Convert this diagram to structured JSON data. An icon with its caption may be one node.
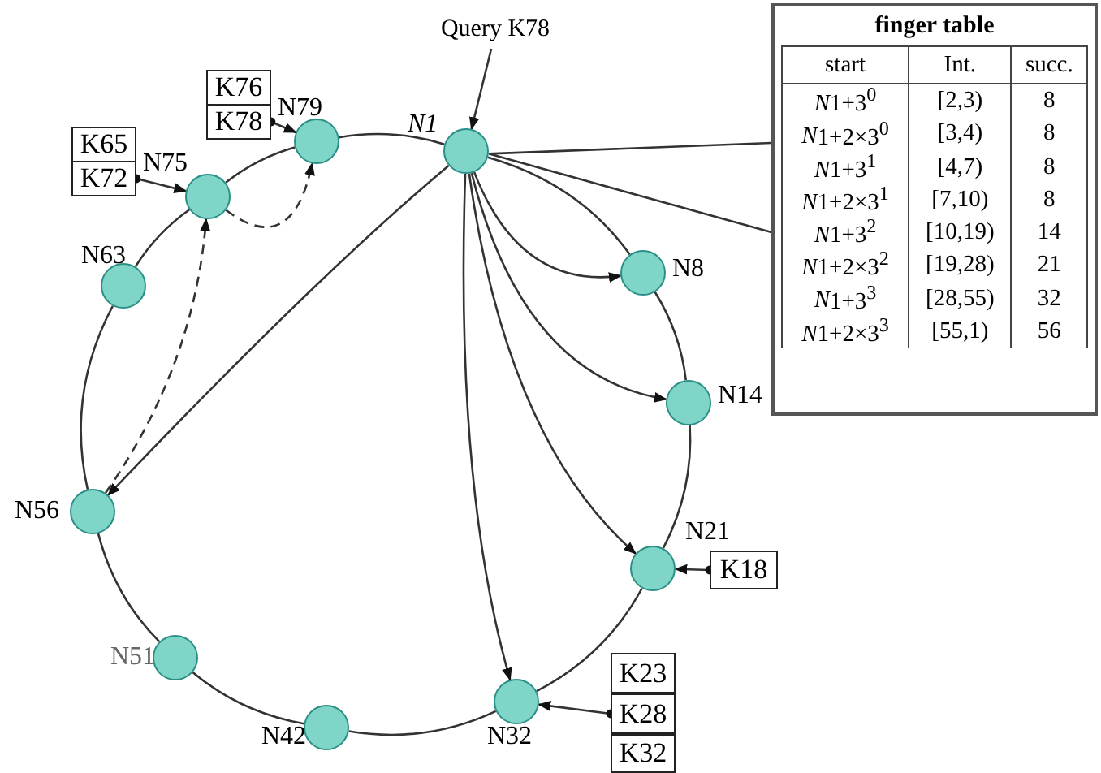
{
  "diagram": {
    "nodes": [
      {
        "text": [
          "Query K78"
        ]
      },
      {
        "text": [],
        "shape": "circle",
        "beside": [
          "N1"
        ]
      },
      {
        "text": [],
        "shape": "circle",
        "beside": [
          "N8"
        ]
      },
      {
        "text": [],
        "shape": "circle",
        "beside": [
          "N14"
        ]
      },
      {
        "text": [],
        "shape": "circle",
        "beside": [
          "N21"
        ]
      },
      {
        "text": [],
        "shape": "circle",
        "beside": [
          "N32"
        ]
      },
      {
        "text": [],
        "shape": "circle",
        "beside": [
          "N42"
        ]
      },
      {
        "text": [],
        "shape": "circle",
        "beside": [
          "N51"
        ]
      },
      {
        "text": [],
        "shape": "circle",
        "beside": [
          "N56"
        ]
      },
      {
        "text": [],
        "shape": "circle",
        "beside": [
          "N63"
        ]
      },
      {
        "text": [],
        "shape": "circle",
        "beside": [
          "N75"
        ]
      },
      {
        "text": [],
        "shape": "circle",
        "beside": [
          "N79"
        ]
      },
      {
        "text": [
          "finger table"
        ]
      },
      {
        "text": [
          "K76"
        ]
      },
      {
        "text": [
          "K78"
        ]
      },
      {
        "text": [
          "K65"
        ]
      },
      {
        "text": [
          "K72"
        ]
      },
      {
        "text": [
          "K18"
        ]
      },
      {
        "text": [
          "K23"
        ]
      },
      {
        "text": [
          "K28"
        ]
      },
      {
        "text": [
          "K32"
        ]
      }
    ],
    "edges": [
      {
        "from": 0,
        "to": 1,
        "arrow": "to"
      },
      {
        "from": 1,
        "to": 2,
        "arrow": "none"
      },
      {
        "from": 2,
        "to": 3,
        "arrow": "none"
      },
      {
        "from": 3,
        "to": 4,
        "arrow": "none"
      },
      {
        "from": 4,
        "to": 5,
        "arrow": "none"
      },
      {
        "from": 5,
        "to": 6,
        "arrow": "none"
      },
      {
        "from": 6,
        "to": 7,
        "arrow": "none"
      },
      {
        "from": 7,
        "to": 8,
        "arrow": "none"
      },
      {
        "from": 8,
        "to": 9,
        "arrow": "none"
      },
      {
        "from": 9,
        "to": 10,
        "arrow": "none"
      },
      {
        "from": 10,
        "to": 11,
        "arrow": "none"
      },
      {
        "from": 11,
        "to": 1,
        "arrow": "none"
      },
      {
        "from": 1,
        "to": 2,
        "arrow": "to"
      },
      {
        "from": 1,
        "to": 3,
        "arrow": "to"
      },
      {
        "from": 1,
        "to": 4,
        "arrow": "to"
      },
      {
        "from": 1,
        "to": 5,
        "arrow": "to"
      },
      {
        "from": 1,
        "to": 8,
        "arrow": "to"
      },
      {
        "from": 8,
        "to": 10,
        "arrow": "to",
        "style": "dashed"
      },
      {
        "from": 10,
        "to": 11,
        "arrow": "to",
        "style": "dashed"
      },
      {
        "from": 16,
        "to": 10,
        "arrow": "to"
      },
      {
        "from": 14,
        "to": 11,
        "arrow": "to"
      },
      {
        "from": 17,
        "to": 4,
        "arrow": "to"
      },
      {
        "from": 19,
        "to": 5,
        "arrow": "to"
      },
      {
        "from": 1,
        "to": 12,
        "arrow": "none"
      }
    ],
    "labels": [
      "start",
      "Int.",
      "succ.",
      "N1+3$^{0}$",
      "[2,3)",
      "8",
      "N1+2×3$^{0}$",
      "[3,4)",
      "8",
      "N1+3$^{1}$",
      "[4,7)",
      "8",
      "N1+2×3$^{1}$",
      "[7,10)",
      "8",
      "N1+3$^{2}$",
      "[10,19)",
      "14",
      "N1+2×3$^{2}$",
      "[19,28)",
      "21",
      "N1+3$^{3}$",
      "[28,55)",
      "32",
      "N1+2×3$^{3}$",
      "[55,1)",
      "56"
    ]
  }
}
